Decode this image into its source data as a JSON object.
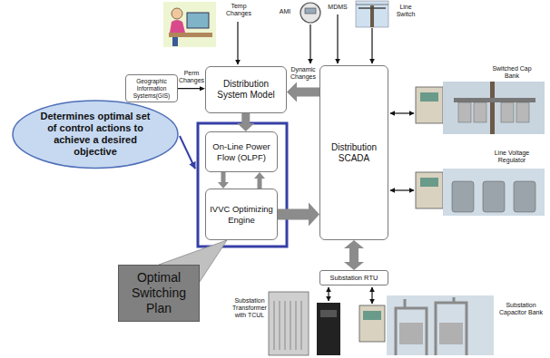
{
  "diagram": {
    "nodes": [
      {
        "text": [
          "Geographic Information Systems(GIS)"
        ]
      },
      {
        "text": [
          "Distribution System Model"
        ]
      },
      {
        "text": [
          "Distribution SCADA"
        ]
      },
      {
        "text": [
          "Determines optimal set of control actions to achieve a desired objective"
        ]
      },
      {
        "text": [
          "On-Line Power Flow (OLPF)"
        ]
      },
      {
        "text": [
          "IVVC Optimizing Engine"
        ]
      },
      {
        "text": [
          "Substation RTU"
        ]
      },
      {
        "text": [
          "Optimal Switching Plan"
        ]
      }
    ],
    "edges": [
      {
        "from": 0,
        "to": 1,
        "arrow": "to",
        "label": "Perm Changes"
      },
      {
        "from": 2,
        "to": 1,
        "arrow": "to",
        "label": "Dynamic Changes"
      },
      {
        "from": 1,
        "to": 4,
        "arrow": "to"
      },
      {
        "from": 4,
        "to": 5,
        "arrow": "to"
      },
      {
        "from": 5,
        "to": 4,
        "arrow": "to"
      },
      {
        "from": 5,
        "to": 2,
        "arrow": "to"
      },
      {
        "from": 2,
        "to": 6,
        "arrow": "both"
      },
      {
        "from": 7,
        "to": 5,
        "arrow": "none"
      }
    ],
    "labels": [
      "Temp Changes",
      "AMI",
      "MDMS",
      "Line Switch",
      "Switched Cap Bank",
      "Line Voltage Regulator",
      "Substation Transformer with TCUL",
      "Substation Capacitor Bank"
    ]
  }
}
